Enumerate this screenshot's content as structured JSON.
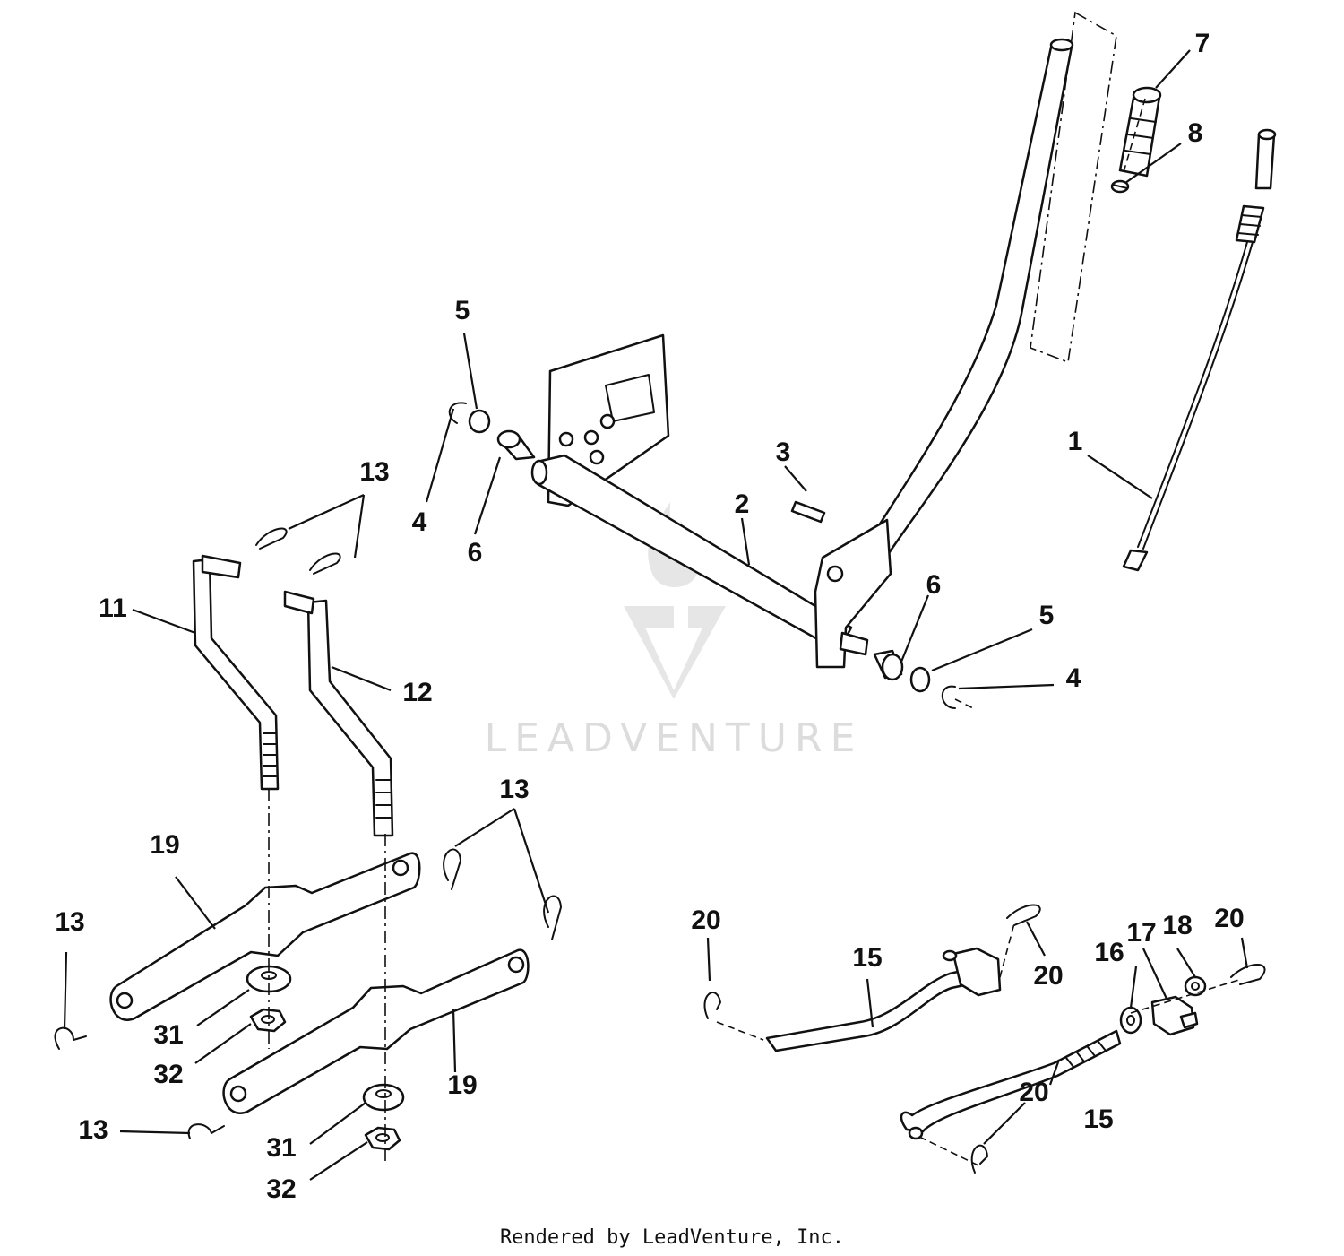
{
  "watermark": {
    "text": "LEADVENTURE",
    "logo_icon": "leadventure-logo-icon"
  },
  "footer": {
    "text": "Rendered by LeadVenture, Inc."
  },
  "callouts": {
    "c1": "1",
    "c2": "2",
    "c3": "3",
    "c4a": "4",
    "c4b": "4",
    "c5a": "5",
    "c5b": "5",
    "c6a": "6",
    "c6b": "6",
    "c7": "7",
    "c8": "8",
    "c11": "11",
    "c12": "12",
    "c13a": "13",
    "c13b": "13",
    "c13c": "13",
    "c13d": "13",
    "c15a": "15",
    "c15b": "15",
    "c16": "16",
    "c17": "17",
    "c18": "18",
    "c19a": "19",
    "c19b": "19",
    "c20a": "20",
    "c20b": "20",
    "c20c": "20",
    "c20d": "20",
    "c31a": "31",
    "c31b": "31",
    "c32a": "32",
    "c32b": "32"
  }
}
